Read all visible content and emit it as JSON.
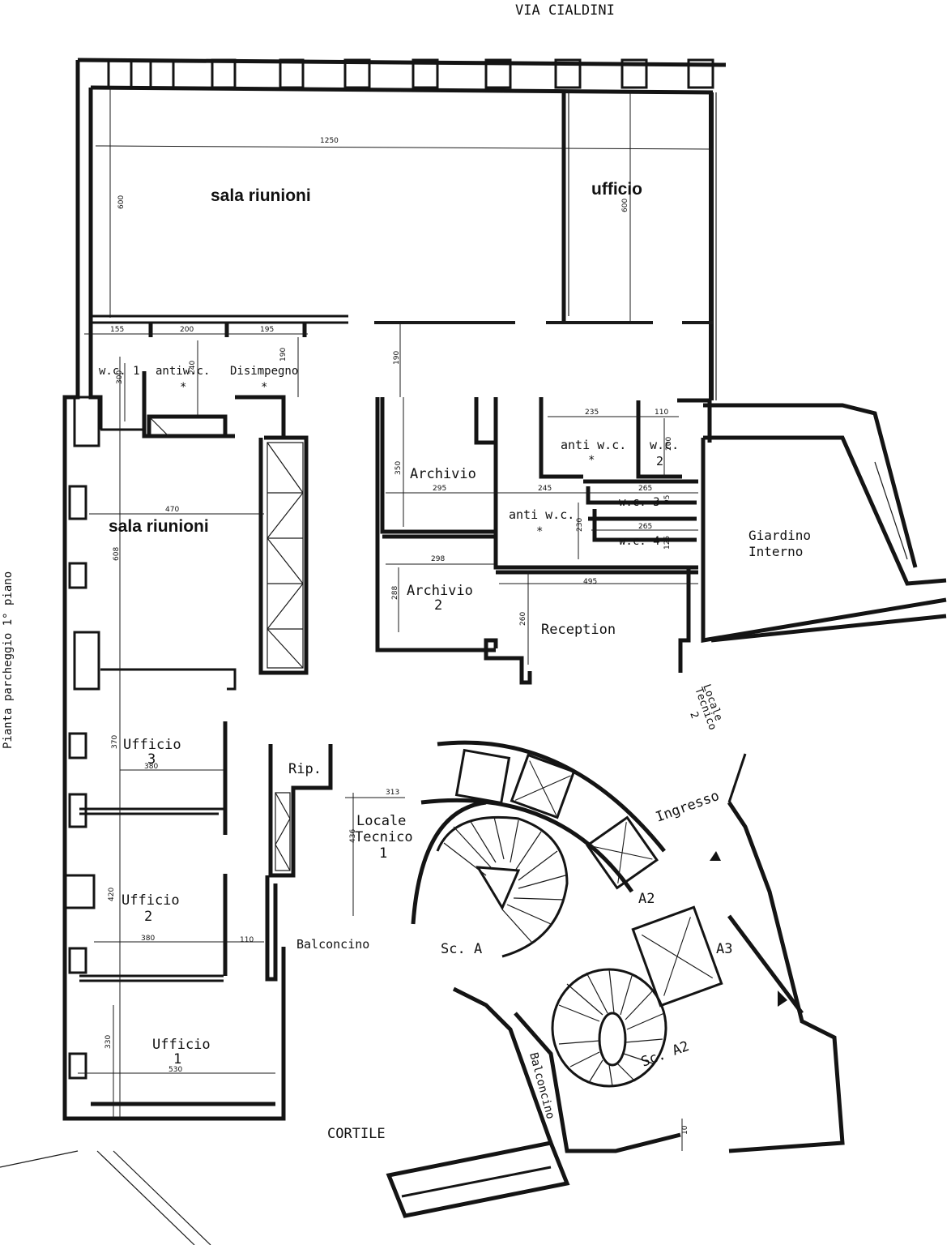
{
  "street_label": "VIA CIALDINI",
  "side_label": "Pianta parcheggio 1° piano",
  "courtyard_label": "CORTILE",
  "rooms": {
    "sala_riunioni_top": "sala riunioni",
    "ufficio_top": "ufficio",
    "wc1": "w.c. 1",
    "antiwc_top": "antiw.c.",
    "disimpegno": "Disimpegno",
    "sala_riunioni_left": "sala riunioni",
    "archivio": "Archivio",
    "archivio2_line1": "Archivio",
    "archivio2_line2": "2",
    "anti_wc_right": "anti w.c.",
    "wc2_line1": "w.c.",
    "wc2_line2": "2",
    "anti_wc_mid": "anti w.c.",
    "wc3": "w.c. 3",
    "wc4": "w.c. 4",
    "giardino_line1": "Giardino",
    "giardino_line2": "Interno",
    "reception": "Reception",
    "locale_tecnico2_line1": "Locale",
    "locale_tecnico2_line2": "Tecnico",
    "locale_tecnico2_line3": "2",
    "ufficio3_line1": "Ufficio",
    "ufficio3_line2": "3",
    "rip": "Rip.",
    "locale_tecnico1_line1": "Locale",
    "locale_tecnico1_line2": "Tecnico",
    "locale_tecnico1_line3": "1",
    "ingresso": "Ingresso",
    "a2": "A2",
    "a3": "A3",
    "ufficio2_line1": "Ufficio",
    "ufficio2_line2": "2",
    "balconcino_left": "Balconcino",
    "sc_a": "Sc. A",
    "balconcino_bottom": "Balconcino",
    "sc_a2": "Sc. A2",
    "ufficio1_line1": "Ufficio",
    "ufficio1_line2": "1"
  },
  "dimensions": {
    "d1250": "1250",
    "d600a": "600",
    "d600b": "600",
    "d155": "155",
    "d200": "200",
    "d195": "195",
    "d190a": "190",
    "d190b": "190",
    "d300": "300",
    "d240": "240",
    "d470": "470",
    "d608": "608",
    "d350": "350",
    "d295": "295",
    "d245": "245",
    "d235": "235",
    "d110a": "110",
    "d200b": "200",
    "d265a": "265",
    "d95": "95",
    "d265b": "265",
    "d230": "230",
    "d125": "125",
    "d298": "298",
    "d495": "495",
    "d288": "288",
    "d260": "260",
    "d370": "370",
    "d380a": "380",
    "d313": "313",
    "d436": "436",
    "d420": "420",
    "d380b": "380",
    "d110b": "110",
    "d330": "330",
    "d530": "530",
    "d10": "10"
  }
}
